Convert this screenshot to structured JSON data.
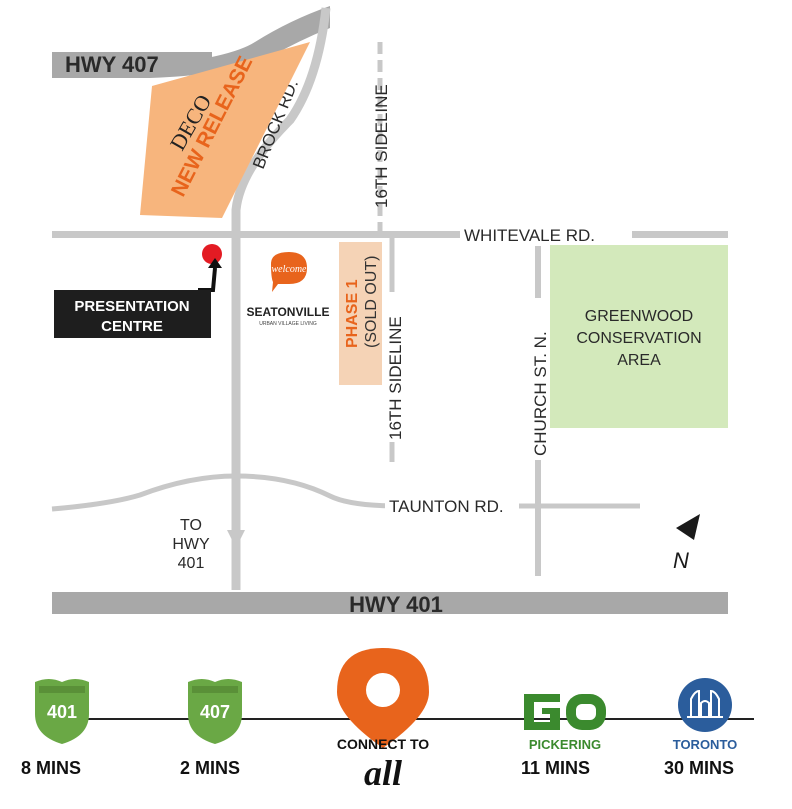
{
  "map": {
    "roads": {
      "hwy407": "HWY 407",
      "brock_rd": "BROCK RD.",
      "sideline_16_north": "16TH SIDELINE",
      "sideline_16_south": "16TH SIDELINE",
      "whitevale_rd": "WHITEVALE RD.",
      "church_st": "CHURCH ST. N.",
      "taunton_rd": "TAUNTON RD.",
      "hwy401": "HWY 401"
    },
    "deco": {
      "title": "DECO",
      "subtitle": "NEW RELEASE"
    },
    "presentation_centre": {
      "line1": "PRESENTATION",
      "line2": "CENTRE"
    },
    "seatonville": {
      "badge": "welcome",
      "name": "SEATONVILLE",
      "tagline": "URBAN VILLAGE LIVING"
    },
    "phase1": {
      "title": "PHASE 1",
      "status": "(SOLD OUT)"
    },
    "greenwood": {
      "line1": "GREENWOOD",
      "line2": "CONSERVATION",
      "line3": "AREA"
    },
    "to_hwy401": {
      "line1": "TO",
      "line2": "HWY",
      "line3": "401"
    },
    "north": "N",
    "colors": {
      "deco": "#f7b57d",
      "phase1": "#f5d3b6",
      "greenwood": "#d3e9bb",
      "accent": "#e8641c",
      "road": "#c8c8c8",
      "highway": "#a8a8a8",
      "pin": "#e31b23"
    }
  },
  "connectivity": {
    "connect_to": "CONNECT TO",
    "connect_script": "all",
    "stops": [
      {
        "icon": "hwy-401-shield-icon",
        "shield": "401",
        "label": "",
        "time": "8 MINS"
      },
      {
        "icon": "hwy-407-shield-icon",
        "shield": "407",
        "label": "",
        "time": "2 MINS"
      },
      {
        "icon": "go-transit-icon",
        "shield": "",
        "label": "PICKERING",
        "time": "11 MINS"
      },
      {
        "icon": "toronto-city-hall-icon",
        "shield": "",
        "label": "TORONTO",
        "time": "30 MINS"
      }
    ],
    "colors": {
      "shield": "#6aa845",
      "go": "#3b8a2e",
      "toronto": "#2b5d9c",
      "pin": "#e8641c"
    }
  }
}
